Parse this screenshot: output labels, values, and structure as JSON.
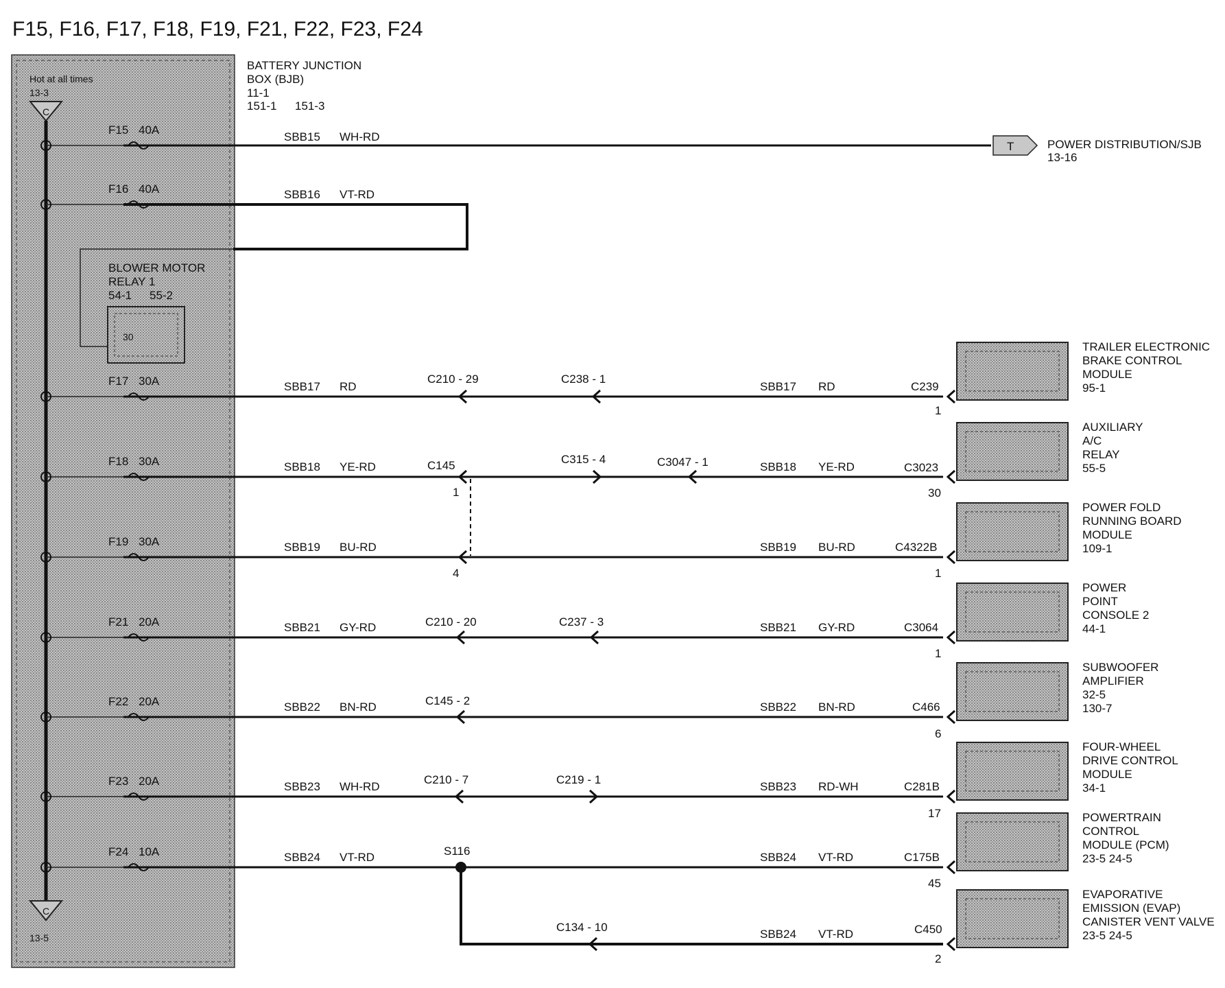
{
  "title": "F15, F16, F17, F18, F19, F21, F22, F23, F24",
  "bjb": {
    "label_line1": "BATTERY  JUNCTION",
    "label_line2": "BOX (BJB)",
    "ref_line1": "11-1",
    "ref_line2a": "151-1",
    "ref_line2b": "151-3",
    "hot_label": "Hot at all times",
    "top_ref": "13-3",
    "top_connector": "C",
    "bottom_ref": "13-5",
    "bottom_connector": "C"
  },
  "relay": {
    "name_line1": "BLOWER MOTOR",
    "name_line2": "RELAY 1",
    "ref_a": "54-1",
    "ref_b": "55-2",
    "pin": "30"
  },
  "fuses": [
    {
      "label": "F15",
      "rating": "40A"
    },
    {
      "label": "F16",
      "rating": "40A"
    },
    {
      "label": "F17",
      "rating": "30A"
    },
    {
      "label": "F18",
      "rating": "30A"
    },
    {
      "label": "F19",
      "rating": "30A"
    },
    {
      "label": "F21",
      "rating": "20A"
    },
    {
      "label": "F22",
      "rating": "20A"
    },
    {
      "label": "F23",
      "rating": "20A"
    },
    {
      "label": "F24",
      "rating": "10A"
    }
  ],
  "wires": {
    "f15": {
      "circuit": "SBB15",
      "color": "WH-RD"
    },
    "f16": {
      "circuit": "SBB16",
      "color": "VT-RD"
    },
    "f17": {
      "circuit": "SBB17",
      "color": "RD",
      "c1": "C210  -  29",
      "c2": "C238  -  1",
      "circuit_r": "SBB17",
      "color_r": "RD",
      "conn": "C239",
      "pin": "1"
    },
    "f18": {
      "circuit": "SBB18",
      "color": "YE-RD",
      "c1": "C145",
      "c1pin": "1",
      "c2": "C315  -  4",
      "c3": "C3047  -  1",
      "circuit_r": "SBB18",
      "color_r": "YE-RD",
      "conn": "C3023",
      "pin": "30"
    },
    "f19": {
      "circuit": "SBB19",
      "color": "BU-RD",
      "c1pin": "4",
      "circuit_r": "SBB19",
      "color_r": "BU-RD",
      "conn": "C4322B",
      "pin": "1"
    },
    "f21": {
      "circuit": "SBB21",
      "color": "GY-RD",
      "c1": "C210  -  20",
      "c2": "C237  -  3",
      "circuit_r": "SBB21",
      "color_r": "GY-RD",
      "conn": "C3064",
      "pin": "1"
    },
    "f22": {
      "circuit": "SBB22",
      "color": "BN-RD",
      "c1": "C145  -  2",
      "circuit_r": "SBB22",
      "color_r": "BN-RD",
      "conn": "C466",
      "pin": "6"
    },
    "f23": {
      "circuit": "SBB23",
      "color": "WH-RD",
      "c1": "C210  -  7",
      "c2": "C219  -  1",
      "circuit_r": "SBB23",
      "color_r": "RD-WH",
      "conn": "C281B",
      "pin": "17"
    },
    "f24": {
      "circuit": "SBB24",
      "color": "VT-RD",
      "splice": "S116",
      "circuit_r": "SBB24",
      "color_r": "VT-RD",
      "conn": "C175B",
      "pin": "45"
    },
    "f24b": {
      "c1": "C134  -  10",
      "circuit_r": "SBB24",
      "color_r": "VT-RD",
      "conn": "C450",
      "pin": "2"
    }
  },
  "power_dist": {
    "letter": "T",
    "label": "POWER DISTRIBUTION/SJB",
    "ref": "13-16"
  },
  "modules": [
    {
      "lines": [
        "TRAILER ELECTRONIC",
        "BRAKE CONTROL",
        "MODULE",
        "95-1"
      ]
    },
    {
      "lines": [
        "AUXILIARY",
        "A/C",
        "RELAY",
        "55-5"
      ]
    },
    {
      "lines": [
        "POWER FOLD",
        "RUNNING BOARD",
        "MODULE",
        "109-1"
      ]
    },
    {
      "lines": [
        "POWER",
        "POINT",
        "CONSOLE 2",
        "44-1"
      ]
    },
    {
      "lines": [
        "SUBWOOFER",
        "AMPLIFIER",
        "32-5",
        "130-7"
      ]
    },
    {
      "lines": [
        "FOUR-WHEEL",
        "DRIVE CONTROL",
        "MODULE",
        "34-1"
      ]
    },
    {
      "lines": [
        "POWERTRAIN",
        "CONTROL",
        "MODULE (PCM)",
        "23-5      24-5"
      ]
    },
    {
      "lines": [
        "EVAPORATIVE",
        "EMISSION (EVAP)",
        "CANISTER VENT VALVE",
        "23-5      24-5"
      ]
    }
  ]
}
